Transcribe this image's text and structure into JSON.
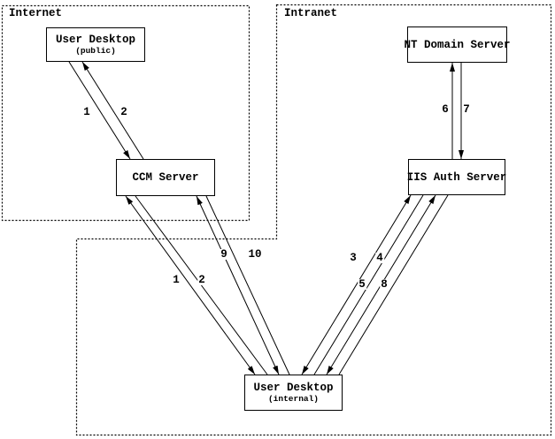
{
  "diagram": {
    "zones": [
      {
        "id": "internet",
        "label": "Internet"
      },
      {
        "id": "intranet",
        "label": "Intranet"
      }
    ],
    "nodes": [
      {
        "id": "user-desktop-public",
        "title": "User Desktop",
        "subtitle": "(public)",
        "zone": "Internet"
      },
      {
        "id": "ccm-server",
        "title": "CCM Server",
        "subtitle": "",
        "zone": "Internet"
      },
      {
        "id": "nt-domain-server",
        "title": "NT Domain Server",
        "subtitle": "",
        "zone": "Intranet"
      },
      {
        "id": "iis-auth-server",
        "title": "IIS Auth Server",
        "subtitle": "",
        "zone": "Intranet"
      },
      {
        "id": "user-desktop-internal",
        "title": "User Desktop",
        "subtitle": "(internal)",
        "zone": "Intranet"
      }
    ],
    "flows": [
      {
        "label": "1",
        "from": "user-desktop-public",
        "to": "ccm-server"
      },
      {
        "label": "2",
        "from": "ccm-server",
        "to": "user-desktop-public"
      },
      {
        "label": "1",
        "from": "user-desktop-internal",
        "to": "ccm-server"
      },
      {
        "label": "2",
        "from": "ccm-server",
        "to": "user-desktop-internal"
      },
      {
        "label": "3",
        "from": "user-desktop-internal",
        "to": "iis-auth-server"
      },
      {
        "label": "4",
        "from": "iis-auth-server",
        "to": "user-desktop-internal"
      },
      {
        "label": "5",
        "from": "user-desktop-internal",
        "to": "iis-auth-server"
      },
      {
        "label": "6",
        "from": "iis-auth-server",
        "to": "nt-domain-server"
      },
      {
        "label": "7",
        "from": "nt-domain-server",
        "to": "iis-auth-server"
      },
      {
        "label": "8",
        "from": "iis-auth-server",
        "to": "user-desktop-internal"
      },
      {
        "label": "9",
        "from": "user-desktop-internal",
        "to": "ccm-server"
      },
      {
        "label": "10",
        "from": "ccm-server",
        "to": "user-desktop-internal"
      }
    ],
    "colors": {
      "line": "#000000",
      "background": "#ffffff"
    }
  }
}
